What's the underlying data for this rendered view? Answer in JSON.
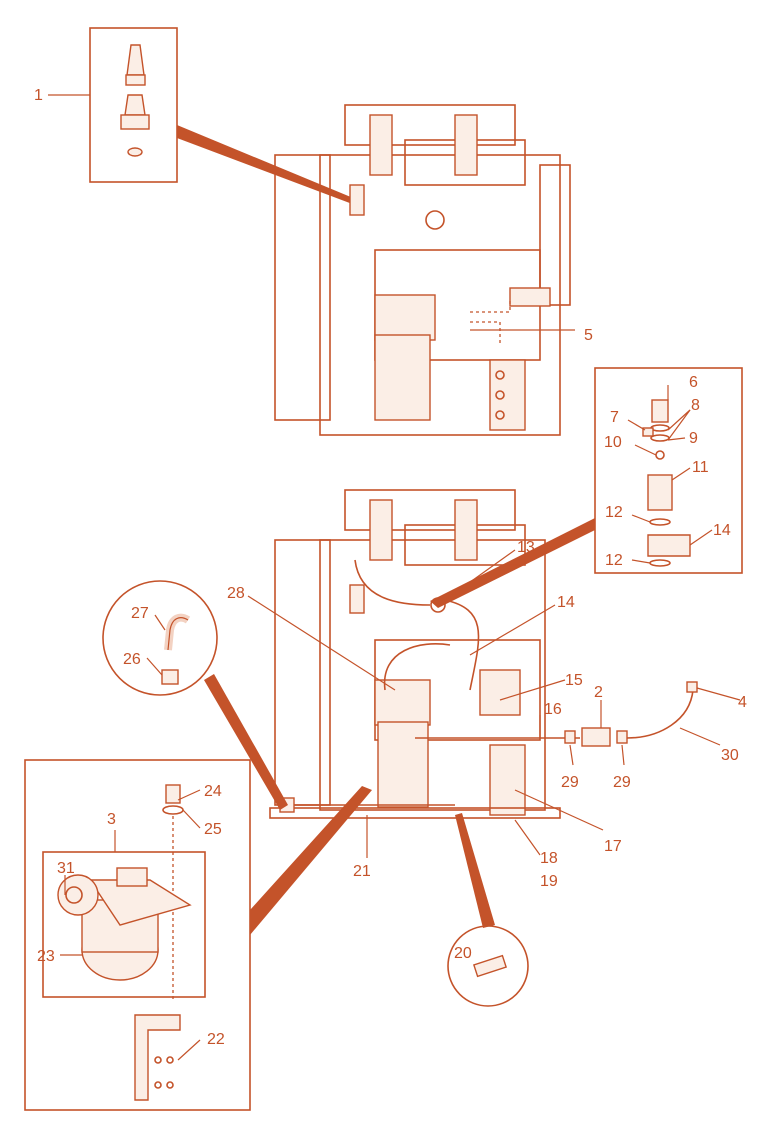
{
  "accent_color": "#c4532a",
  "callouts": [
    {
      "id": "c1",
      "text": "1"
    },
    {
      "id": "c2",
      "text": "2"
    },
    {
      "id": "c3",
      "text": "3"
    },
    {
      "id": "c4",
      "text": "4"
    },
    {
      "id": "c5",
      "text": "5"
    },
    {
      "id": "c6",
      "text": "6"
    },
    {
      "id": "c7",
      "text": "7"
    },
    {
      "id": "c8",
      "text": "8"
    },
    {
      "id": "c9",
      "text": "9"
    },
    {
      "id": "c10",
      "text": "10"
    },
    {
      "id": "c11",
      "text": "11"
    },
    {
      "id": "c12a",
      "text": "12"
    },
    {
      "id": "c12b",
      "text": "12"
    },
    {
      "id": "c13",
      "text": "13"
    },
    {
      "id": "c14a",
      "text": "14"
    },
    {
      "id": "c14b",
      "text": "14"
    },
    {
      "id": "c15",
      "text": "15"
    },
    {
      "id": "c16",
      "text": "16"
    },
    {
      "id": "c17",
      "text": "17"
    },
    {
      "id": "c18",
      "text": "18"
    },
    {
      "id": "c19",
      "text": "19"
    },
    {
      "id": "c20",
      "text": "20"
    },
    {
      "id": "c21",
      "text": "21"
    },
    {
      "id": "c22",
      "text": "22"
    },
    {
      "id": "c23",
      "text": "23"
    },
    {
      "id": "c24",
      "text": "24"
    },
    {
      "id": "c25",
      "text": "25"
    },
    {
      "id": "c26",
      "text": "26"
    },
    {
      "id": "c27",
      "text": "27"
    },
    {
      "id": "c28",
      "text": "28"
    },
    {
      "id": "c29a",
      "text": "29"
    },
    {
      "id": "c29b",
      "text": "29"
    },
    {
      "id": "c30",
      "text": "30"
    },
    {
      "id": "c31",
      "text": "31"
    }
  ]
}
